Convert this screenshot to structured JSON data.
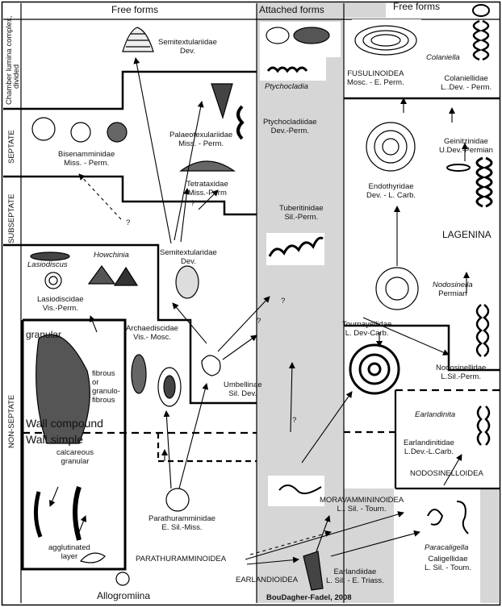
{
  "headers": {
    "free_left": "Free forms",
    "attached": "Attached forms",
    "free_right": "Free forms"
  },
  "categories": {
    "chamber_line1": "Chamber lumina complex,",
    "chamber_line2": "divided",
    "septate": "SEPTATE",
    "subseptate": "SUBSEPTATE",
    "non_septate": "NON-SEPTATE"
  },
  "taxa": {
    "semitextulariidae_top": {
      "name": "Semitextulariidae",
      "range": "Dev."
    },
    "ptychocladia": "Ptychocladia",
    "ptychocladiidae": {
      "name": "Ptychocladiidae",
      "range": "Dev.-Perm."
    },
    "colaniella": "Colaniella",
    "fusulinoidea": {
      "name": "FUSULINOIDEA",
      "range": "Mosc. - E. Perm."
    },
    "colaniellidae": {
      "name": "Colaniellidae",
      "range": "L..Dev. - Perm."
    },
    "palaeotextulariidae": {
      "name": "Palaeotexulariidae",
      "range": "Miss. - Perm."
    },
    "bisenamminidae": {
      "name": "Bisenamminidae",
      "range": "Miss. - Perm."
    },
    "geinitzinidae": {
      "name": "Geinitzinidae",
      "range": "U.Dev.-Permian"
    },
    "tetrataxidae": {
      "name": "Tetrataxidae",
      "range": "Miss.-Perm"
    },
    "endothyridae": {
      "name": "Endothyridae",
      "range": "Dev. - L. Carb."
    },
    "tuberitinidae": {
      "name": "Tuberitinidae",
      "range": "Sil.-Perm."
    },
    "lagenina": "LAGENINA",
    "howchinia": "Howchinia",
    "lasiodiscus": "Lasiodiscus",
    "semitextularidae_mid": {
      "name": "Semitextularidae",
      "range": "Dev."
    },
    "nodosinella": {
      "name": "Nodosinella",
      "range": "Permian"
    },
    "lasiodiscidae": {
      "name": "Lasiodiscidae",
      "range": "Vis.-Perm."
    },
    "tournayellidae": {
      "name": "Tournayellidae",
      "range": "L. Dev-Carb."
    },
    "archaediscidae": {
      "name": "Archaediscidae",
      "range": "Vis.- Mosc."
    },
    "nodosinellidae": {
      "name": "Nodosinellidae",
      "range": "L.Sil.-Perm."
    },
    "umbellinae": {
      "name": "Umbellinae",
      "range": "Sil. Dev."
    },
    "earlandinita": "Earlandinita",
    "earlandinitidae": {
      "name": "Earlandinitidae",
      "range": "L.Dev.-L.Carb."
    },
    "nodosinelloidea": "NODOSINELLOIDEA",
    "moravammininoidea": {
      "name": "MORAVAMMININOIDEA",
      "range": "L.. Sil. - Tourn."
    },
    "parathuramminidae": {
      "name": "Parathuramminidae",
      "range": "E. Sil.-Miss."
    },
    "paracaligella": "Paracaligella",
    "parathuramminoidea": "PARATHURAMMINOIDEA",
    "caligellidae": {
      "name": "Caligellidae",
      "range": "L. Sil. - Toum."
    },
    "earlandiidae": {
      "name": "Earlandiidae",
      "range": "L. Sil. - E. Triass."
    },
    "earlandioidea": "EARLANDIOIDEA",
    "allogromiina": "Allogromiina"
  },
  "wall": {
    "granular": "granular",
    "fibrous_1": "fibrous",
    "fibrous_2": "or",
    "fibrous_3": "granulo-",
    "fibrous_4": "fibrous",
    "compound": "Wall compound",
    "simple": "Wall simple",
    "calcareous": "calcareous",
    "granular_small": "granular",
    "agglutinated_1": "agglutinated",
    "agglutinated_2": "layer"
  },
  "marks": {
    "q1": "?",
    "q2": "?",
    "q3": "?",
    "q4": "?",
    "q5": "?"
  },
  "credit": "BouDagher-Fadel, 2008"
}
